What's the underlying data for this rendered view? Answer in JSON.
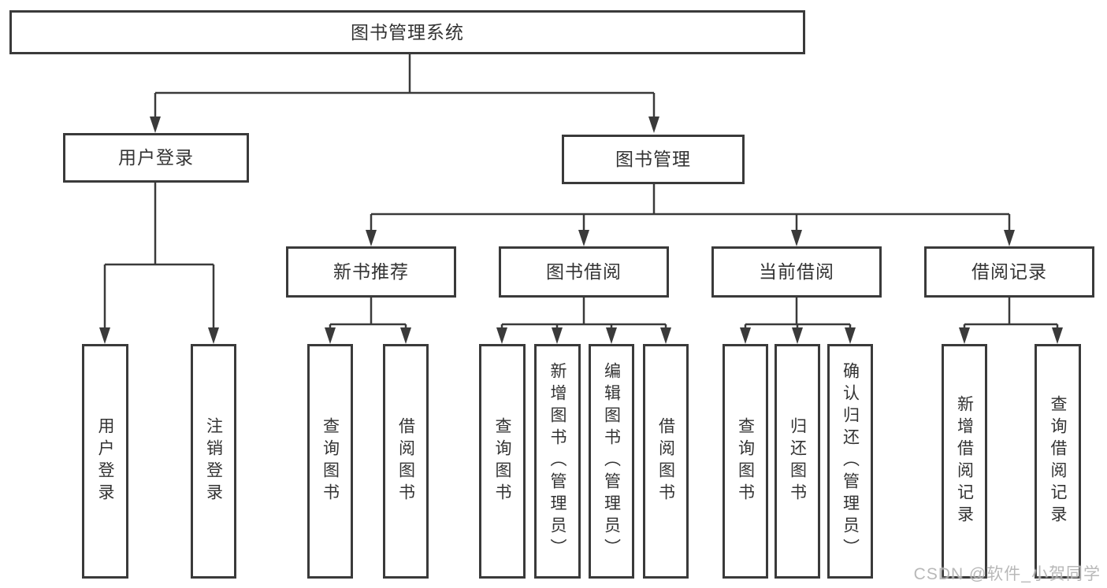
{
  "colors": {
    "line": "#3a3a3a",
    "text": "#333333",
    "background": "#ffffff",
    "watermark": "#b3b3b3"
  },
  "watermark": "CSDN @软件_小贺同学",
  "tree": {
    "root": {
      "label": "图书管理系统"
    },
    "branches": [
      {
        "label": "用户登录",
        "children": [
          {
            "label": "用户登录"
          },
          {
            "label": "注销登录"
          }
        ]
      },
      {
        "label": "图书管理",
        "children": [
          {
            "label": "新书推荐",
            "children": [
              {
                "label": "查询图书"
              },
              {
                "label": "借阅图书"
              }
            ]
          },
          {
            "label": "图书借阅",
            "children": [
              {
                "label": "查询图书"
              },
              {
                "label": "新增图书（管理员）"
              },
              {
                "label": "编辑图书（管理员）"
              },
              {
                "label": "借阅图书"
              }
            ]
          },
          {
            "label": "当前借阅",
            "children": [
              {
                "label": "查询图书"
              },
              {
                "label": "归还图书"
              },
              {
                "label": "确认归还（管理员）"
              }
            ]
          },
          {
            "label": "借阅记录",
            "children": [
              {
                "label": "新增借阅记录"
              },
              {
                "label": "查询借阅记录"
              }
            ]
          }
        ]
      }
    ]
  }
}
